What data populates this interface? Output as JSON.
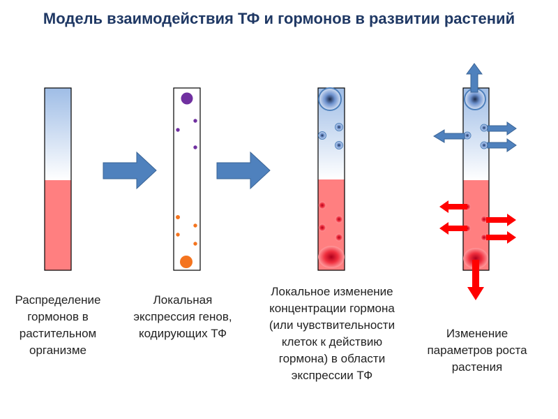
{
  "title": "Модель взаимодействия ТФ и гормонов в развитии растений",
  "captions": [
    "Распределение гормонов в растительном организме",
    "Локальная экспрессия генов, кодирующих ТФ",
    "Локальное изменение концентрации гормона (или чувствительности клеток к действию гормона) в области экспрессии ТФ",
    "Изменение параметров роста растения"
  ],
  "colors": {
    "title": "#1f3864",
    "column_blue": "#9fbde6",
    "column_red": "#ff7f80",
    "arrow_blue": "#4f81bd",
    "arrow_red": "#ff0000",
    "dot_purple": "#7030a0",
    "dot_orange": "#f4741f"
  }
}
